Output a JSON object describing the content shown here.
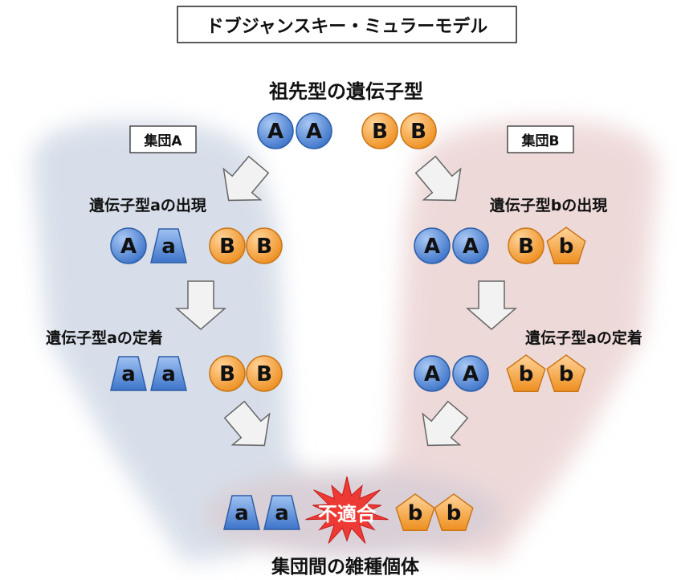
{
  "title": "ドブジャンスキー・ミュラーモデル",
  "ancestor_label": "祖先型の遺伝子型",
  "group_a_label": "集団A",
  "group_b_label": "集団B",
  "a_appear_label": "遺伝子型aの出現",
  "b_appear_label": "遺伝子型bの出現",
  "a_fix_label_left": "遺伝子型aの定着",
  "a_fix_label_right": "遺伝子型aの定着",
  "incompatible_label": "不適合",
  "hybrid_label": "集団間の雑種個体",
  "tokens": {
    "A": "A",
    "a": "a",
    "B": "B",
    "b": "b"
  },
  "colors": {
    "blue_token": "#4f86d6",
    "orange_token": "#f4a23a",
    "region_a": "#d5dde8",
    "region_b": "#eed8d8",
    "burst": "#ee3a35",
    "arrow_fill": "#f2f2f2",
    "arrow_stroke": "#666666"
  }
}
